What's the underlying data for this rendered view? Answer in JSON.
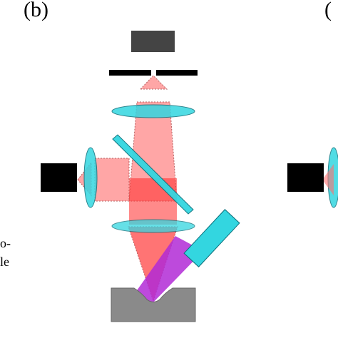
{
  "panel": {
    "label": "(b)",
    "next_label_partial": "("
  },
  "left_fragment": {
    "line1": "o-",
    "line2": "le"
  },
  "colors": {
    "beam_light": "#ff7070",
    "beam_strong": "#ff2020",
    "beam_edge": "#8a0000",
    "optic_fill": "#33d6e0",
    "optic_edge": "#0a6f7a",
    "excitation": "#b22ad6",
    "sample": "#8a8a8a",
    "camera_dark": "#444444",
    "detector_black": "#000000"
  }
}
